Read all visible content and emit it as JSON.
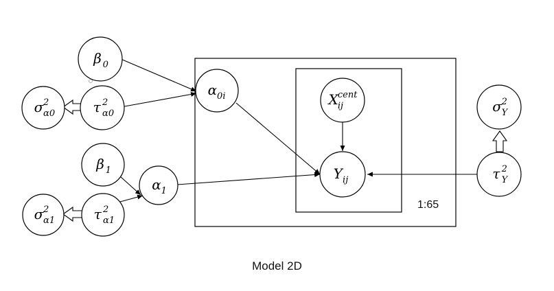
{
  "caption": "Model 2D",
  "plate_label": "1:65",
  "nodes": {
    "beta0": {
      "base": "β",
      "sub": "0",
      "sup": ""
    },
    "tau_a0": {
      "base": "τ",
      "sub": "α0",
      "sup": "2"
    },
    "sigma_a0": {
      "base": "σ",
      "sub": "α0",
      "sup": "2"
    },
    "alpha0i": {
      "base": "α",
      "sub": "0i",
      "sup": ""
    },
    "xcent": {
      "base": "X",
      "sub": "ij",
      "sup": "cent"
    },
    "yij": {
      "base": "Y",
      "sub": "ij",
      "sup": ""
    },
    "beta1": {
      "base": "β",
      "sub": "1",
      "sup": ""
    },
    "alpha1": {
      "base": "α",
      "sub": "1",
      "sup": ""
    },
    "tau_a1": {
      "base": "τ",
      "sub": "α1",
      "sup": "2"
    },
    "sigma_a1": {
      "base": "σ",
      "sub": "α1",
      "sup": "2"
    },
    "tau_y": {
      "base": "τ",
      "sub": "Y",
      "sup": "2"
    },
    "sigma_y": {
      "base": "σ",
      "sub": "Y",
      "sup": "2"
    }
  }
}
